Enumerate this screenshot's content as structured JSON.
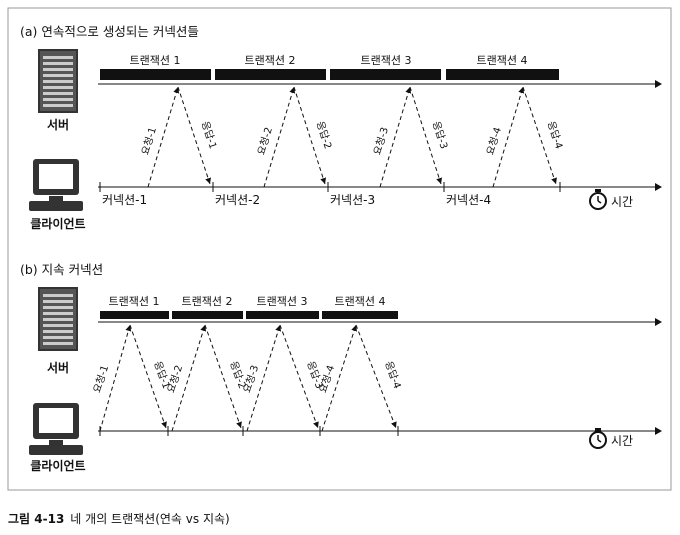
{
  "panels": [
    {
      "title": "(a) 연속적으로 생성되는 커넥션들",
      "server_label": "서버",
      "client_label": "클라이언트",
      "time_label": "시간",
      "transactions": [
        "트랜잭션 1",
        "트랜잭션 2",
        "트랜잭션 3",
        "트랜잭션 4"
      ],
      "connections": [
        "커넥션-1",
        "커넥션-2",
        "커넥션-3",
        "커넥션-4"
      ],
      "requests": [
        "요청-1",
        "요청-2",
        "요청-3",
        "요청-4"
      ],
      "responses": [
        "응답-1",
        "응답-2",
        "응답-3",
        "응답-4"
      ]
    },
    {
      "title": "(b) 지속 커넥션",
      "server_label": "서버",
      "client_label": "클라이언트",
      "time_label": "시간",
      "transactions": [
        "트랜잭션 1",
        "트랜잭션 2",
        "트랜잭션 3",
        "트랜잭션 4"
      ],
      "requests": [
        "요청-1",
        "요청-2",
        "요청-3",
        "요청-4"
      ],
      "responses": [
        "응답-1",
        "응답-2",
        "응답-3",
        "응답-4"
      ]
    }
  ],
  "caption": {
    "number": "그림 4-13",
    "text": "네 개의 트랜잭션(연속 vs 지속)"
  },
  "icons": {
    "server": "server-icon",
    "client": "computer-icon",
    "time": "stopwatch-icon"
  }
}
